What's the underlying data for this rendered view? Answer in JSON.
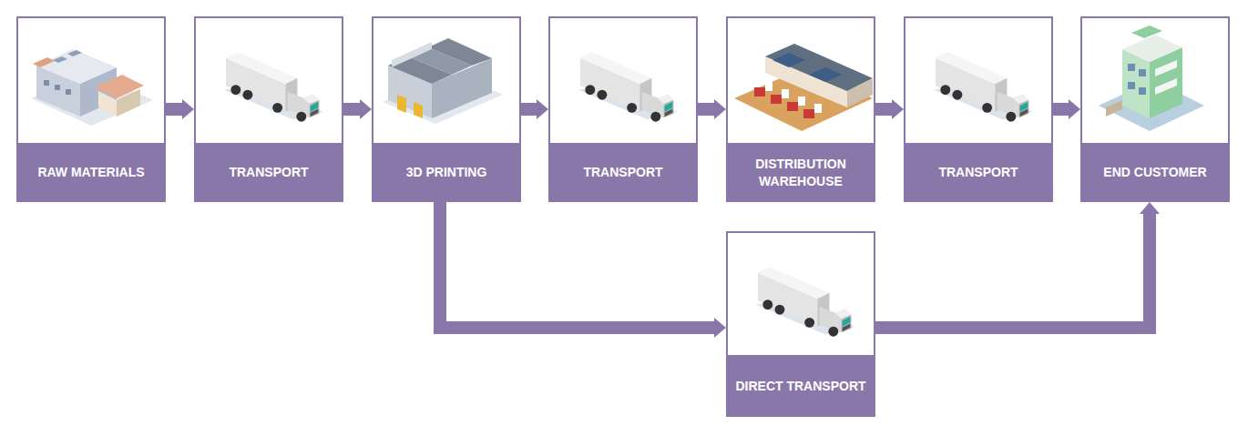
{
  "diagram": {
    "nodes": [
      {
        "text": [
          "RAW MATERIALS"
        ]
      },
      {
        "text": [
          "TRANSPORT"
        ]
      },
      {
        "text": [
          "3D PRINTING"
        ]
      },
      {
        "text": [
          "TRANSPORT"
        ]
      },
      {
        "text": [
          "DISTRIBUTION WAREHOUSE"
        ]
      },
      {
        "text": [
          "TRANSPORT"
        ]
      },
      {
        "text": [
          "END CUSTOMER"
        ]
      },
      {
        "text": [
          "DIRECT TRANSPORT"
        ]
      }
    ],
    "edges": [
      {
        "from": 0,
        "to": 1,
        "arrow": "to"
      },
      {
        "from": 1,
        "to": 2,
        "arrow": "to"
      },
      {
        "from": 2,
        "to": 3,
        "arrow": "to"
      },
      {
        "from": 3,
        "to": 4,
        "arrow": "to"
      },
      {
        "from": 4,
        "to": 5,
        "arrow": "to"
      },
      {
        "from": 5,
        "to": 6,
        "arrow": "to"
      },
      {
        "from": 2,
        "to": 7,
        "arrow": "to"
      },
      {
        "from": 7,
        "to": 6,
        "arrow": "to"
      }
    ]
  }
}
